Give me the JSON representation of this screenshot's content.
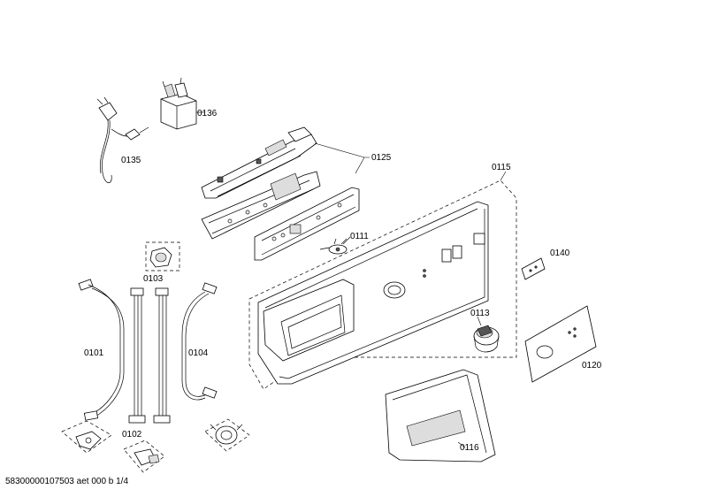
{
  "labels": {
    "p0101": "0101",
    "p0102": "0102",
    "p0103": "0103",
    "p0104": "0104",
    "p0111": "0111",
    "p0113": "0113",
    "p0115": "0115",
    "p0116": "0116",
    "p0120": "0120",
    "p0125": "0125",
    "p0135": "0135",
    "p0136": "0136",
    "p0140": "0140"
  },
  "footer": {
    "text": "58300000107503 aet 000 b 1/4"
  }
}
